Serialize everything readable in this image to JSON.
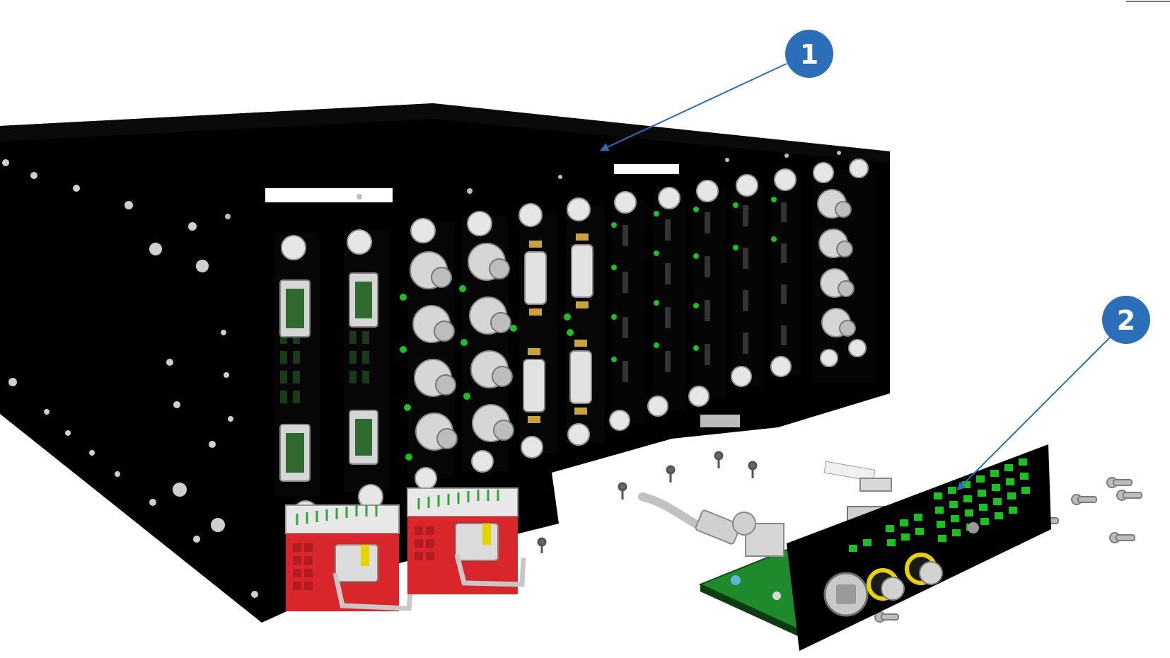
{
  "callouts": [
    {
      "label": "1",
      "target": "chassis-frame"
    },
    {
      "label": "2",
      "target": "interface-module-board"
    }
  ],
  "colors": {
    "background": "#ffffff",
    "chassis": "#000000",
    "callout_fill": "#2a6fb8",
    "leader_line": "#2a6fb8",
    "connector": "#d6d6d6",
    "led_green": "#18c21f",
    "psu_red": "#d8262a",
    "pcb_green": "#1f8a2c"
  }
}
